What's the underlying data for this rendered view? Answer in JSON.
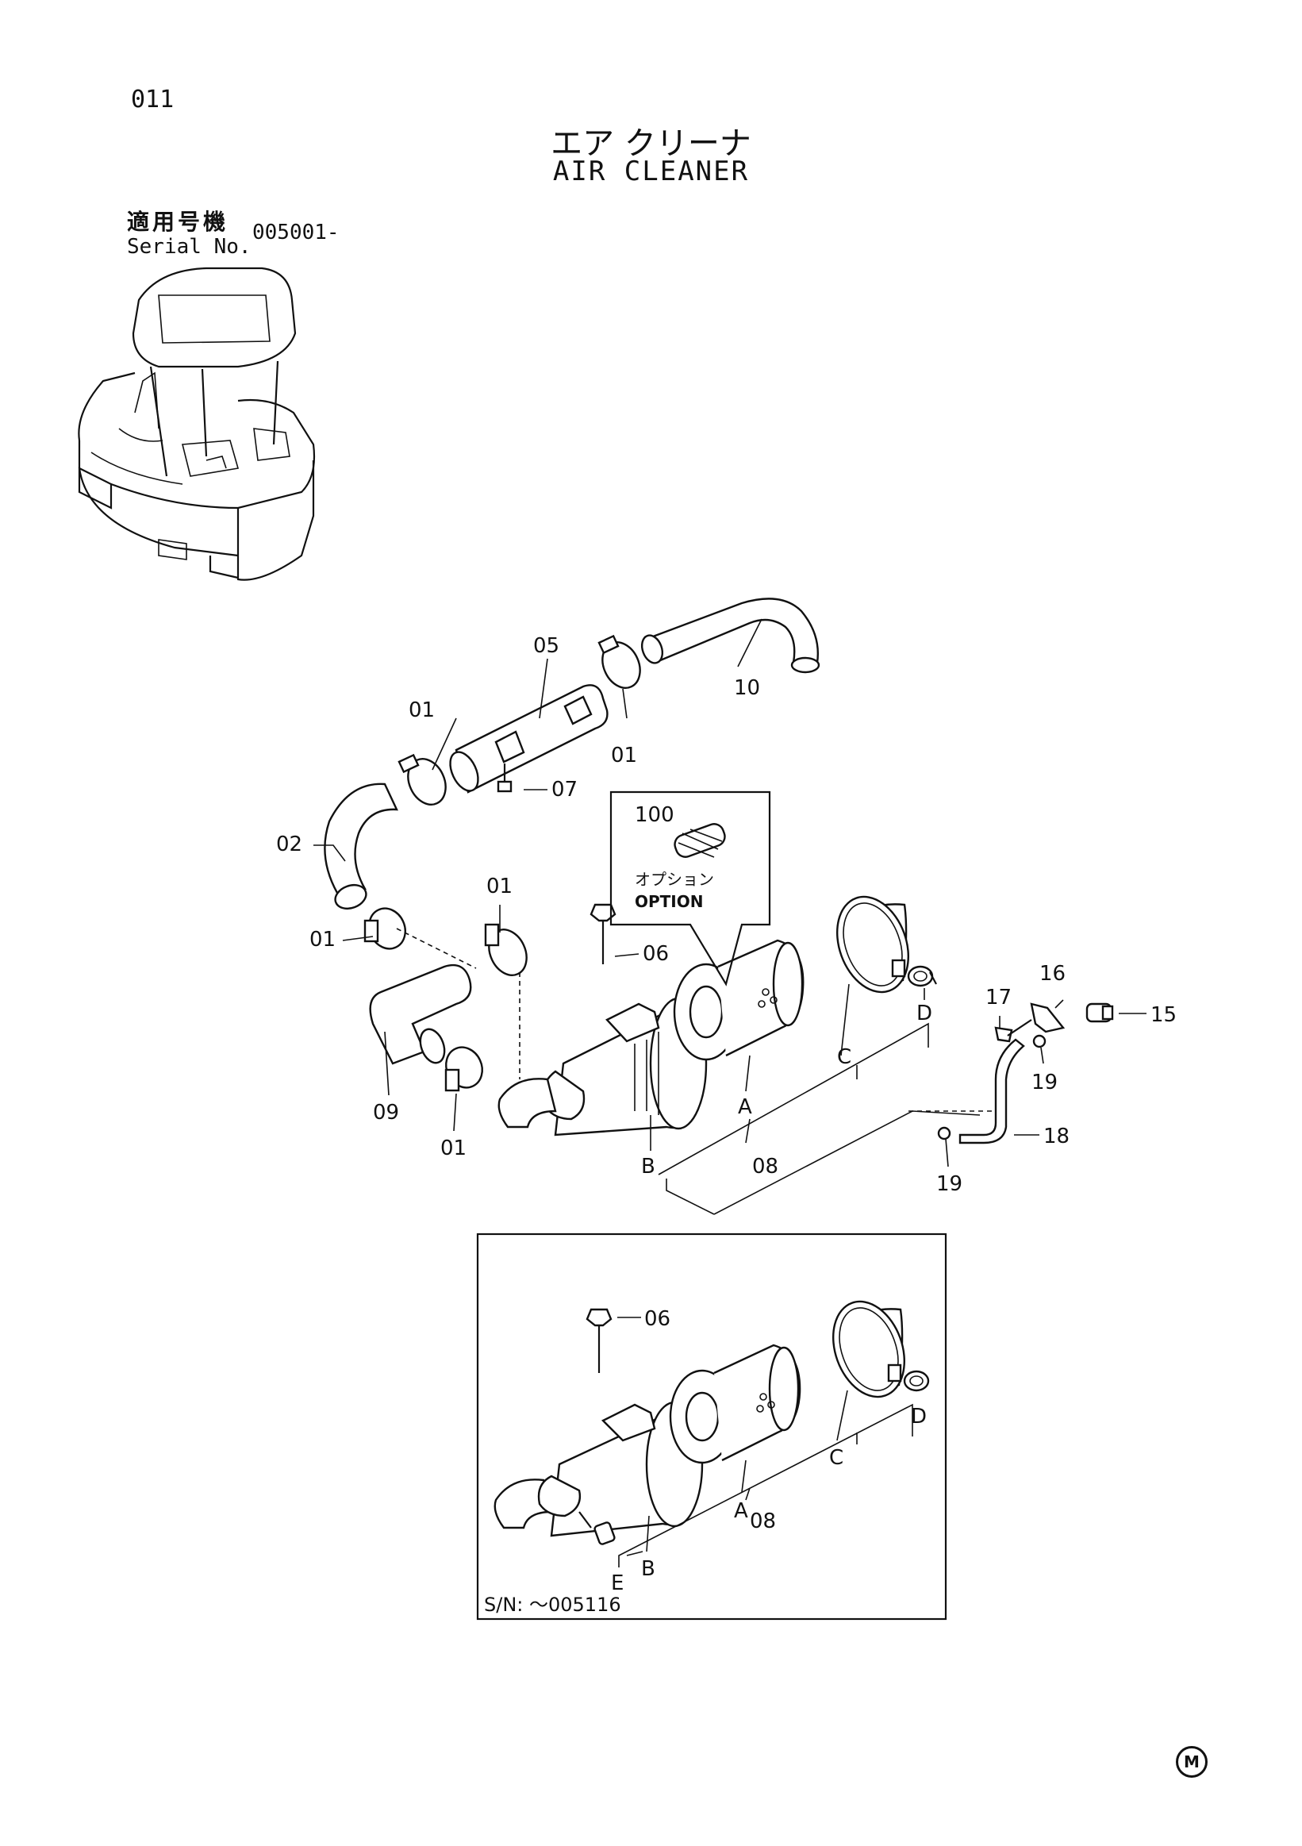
{
  "page_code": "011",
  "title_jp": "エア クリーナ",
  "title_en": "AIR CLEANER",
  "serial_label_jp": "適用号機",
  "serial_label_en": "Serial No.",
  "serial_range": "005001-",
  "callouts": {
    "p01": "01",
    "p02": "02",
    "p05": "05",
    "p06": "06",
    "p07": "07",
    "p08": "08",
    "p09": "09",
    "p10": "10",
    "p15": "15",
    "p16": "16",
    "p17": "17",
    "p18": "18",
    "p19": "19",
    "p100": "100",
    "A": "A",
    "B": "B",
    "C": "C",
    "D": "D",
    "E": "E"
  },
  "option_label_jp": "オプション",
  "option_label_en": "OPTION",
  "inset_serial": "S/N: ～005116",
  "corner_mark": "M"
}
